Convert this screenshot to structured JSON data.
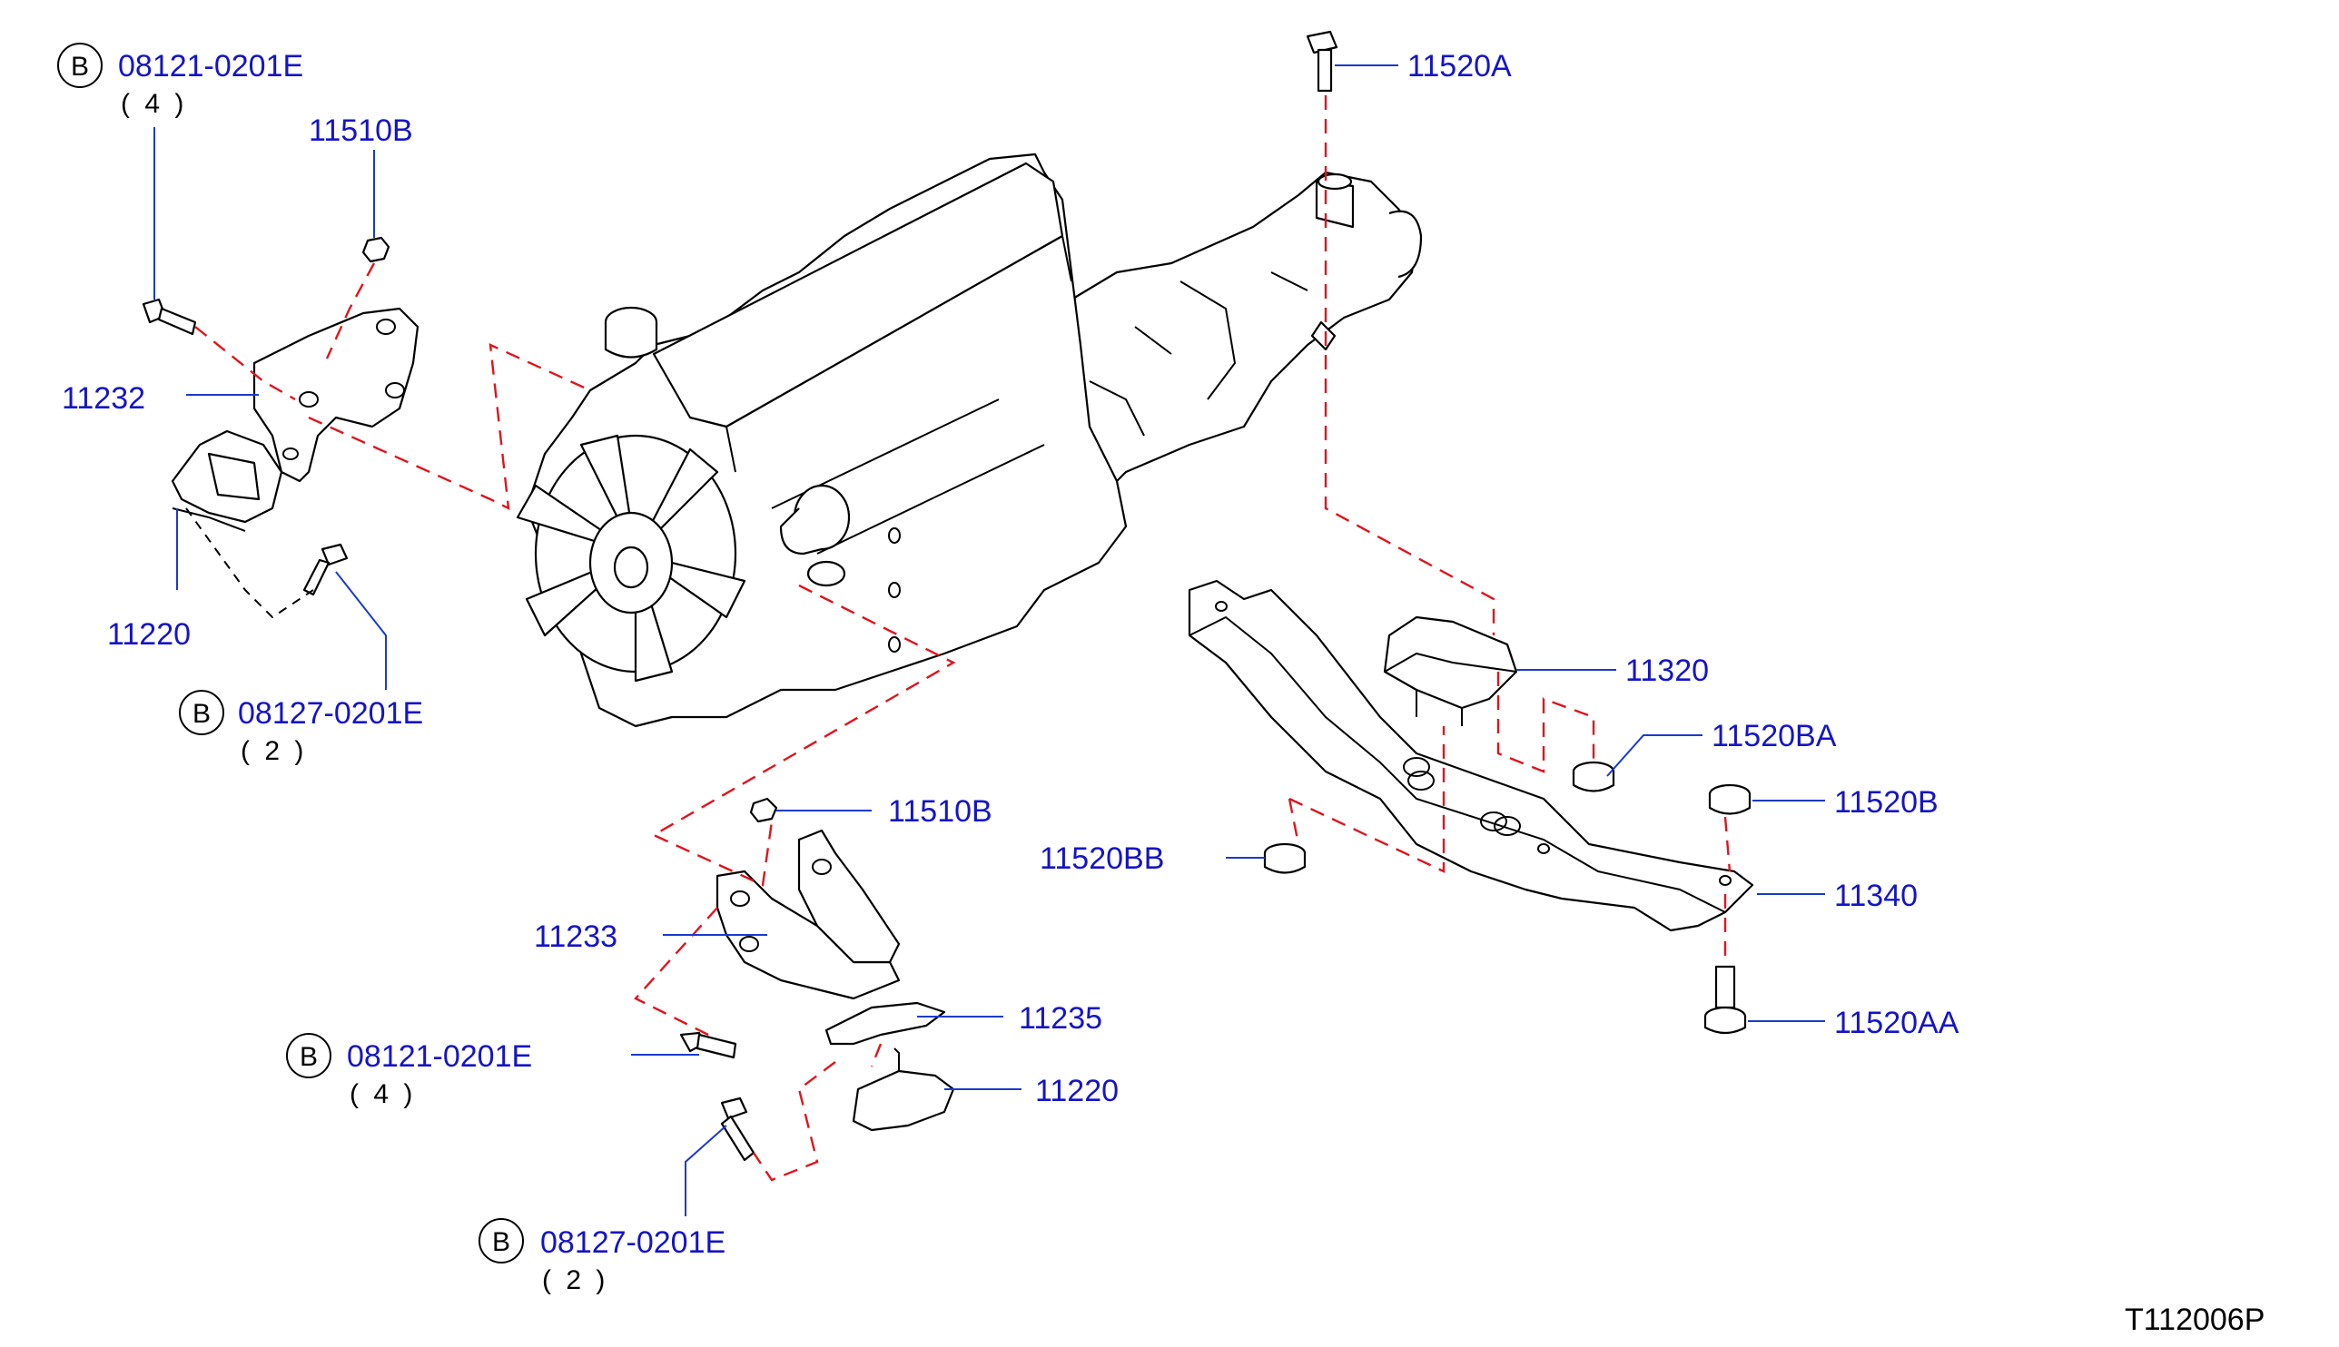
{
  "diagram_code": "T112006P",
  "callouts": {
    "bolt_top_left": {
      "circle": "B",
      "part_no": "08121-0201E",
      "qty": "( 4 )"
    },
    "nut_top_left": {
      "part_no": "11510B"
    },
    "bracket_left": {
      "part_no": "11232"
    },
    "insulator_left": {
      "part_no": "11220"
    },
    "bolt_left_lower": {
      "circle": "B",
      "part_no": "08127-0201E",
      "qty": "( 2 )"
    },
    "bolt_top_right": {
      "part_no": "11520A"
    },
    "insulator_rear": {
      "part_no": "11320"
    },
    "nut_rear_a": {
      "part_no": "11520BA"
    },
    "nut_rear_b": {
      "part_no": "11520B"
    },
    "nut_rear_c": {
      "part_no": "11520BB"
    },
    "crossmember": {
      "part_no": "11340"
    },
    "bolt_bottom_right": {
      "part_no": "11520AA"
    },
    "nut_center": {
      "part_no": "11510B"
    },
    "bracket_right": {
      "part_no": "11233"
    },
    "stopper": {
      "part_no": "11235"
    },
    "insulator_right": {
      "part_no": "11220"
    },
    "bolt_center": {
      "circle": "B",
      "part_no": "08121-0201E",
      "qty": "( 4 )"
    },
    "bolt_bottom": {
      "circle": "B",
      "part_no": "08127-0201E",
      "qty": "( 2 )"
    }
  }
}
